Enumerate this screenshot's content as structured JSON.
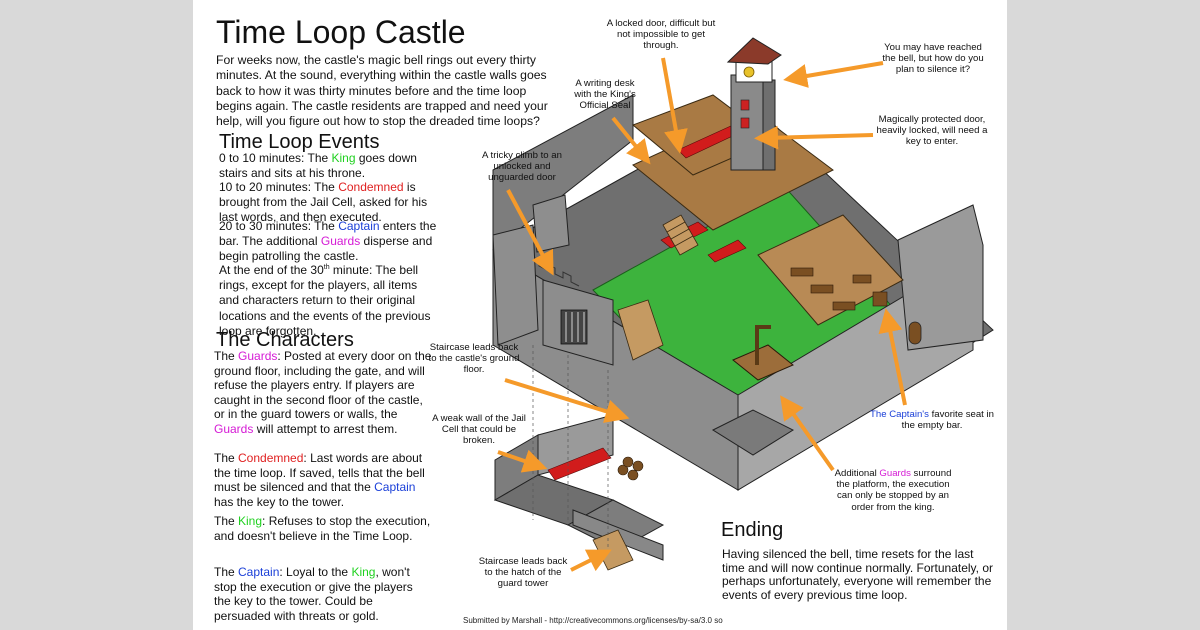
{
  "title": "Time Loop Castle",
  "intro": "For weeks now, the castle's magic bell rings out every thirty minutes. At the sound, everything within the castle walls goes back to how it was thirty minutes before and the time loop begins again. The castle residents are trapped and need your help, will you figure out how to stop the dreaded time loops?",
  "events": {
    "heading": "Time Loop Events",
    "e1": {
      "a": "0 to 10 minutes: The ",
      "k": "King",
      "b": " goes down stairs and sits at his throne."
    },
    "e2": {
      "a": "10 to 20 minutes: The ",
      "k": "Condemned",
      "b": " is brought from the Jail Cell, asked for his last words, and then executed."
    },
    "e3": {
      "a": "20 to 30 minutes: The ",
      "k": "Captain",
      "b": " enters the bar. The additional ",
      "k2": "Guards",
      "c": " disperse and begin patrolling the castle."
    },
    "e4": {
      "a": "At the end of the 30",
      "sup": "th",
      "b": " minute: The bell rings, except for the players, all items and characters return to their original locations and the events of the previous loop are forgotten."
    }
  },
  "characters": {
    "heading": "The Characters",
    "guards": {
      "a": "The ",
      "k": "Guards",
      "b": ": Posted at every door on the ground floor, including the gate, and will refuse the players entry. If players are caught in the second floor of the castle, or in the guard towers or walls, the ",
      "k2": "Guards",
      "c": " will attempt to arrest them."
    },
    "condemned": {
      "a": "The ",
      "k": "Condemned",
      "b": ": Last words are about the time loop. If saved, tells that the bell must be silenced and that the ",
      "k2": "Captain",
      "c": " has the key to the tower."
    },
    "king": {
      "a": "The ",
      "k": "King",
      "b": ": Refuses to stop the execution, and doesn't believe in the Time Loop."
    },
    "captain": {
      "a": "The ",
      "k": "Captain",
      "b": ": Loyal to the ",
      "k2": "King",
      "c": ", won't stop the execution or give the players the key to the tower. Could be persuaded with threats or gold."
    }
  },
  "notes": {
    "locked_door": "A locked door, difficult but not impossible to get through.",
    "bell": "You may have reached the bell, but how do you plan to silence it?",
    "writing_desk": "A writing desk with the King's Official Seal",
    "protected_door": "Magically protected door, heavily locked, will need a key to enter.",
    "tricky_climb": "A tricky climb to an unlocked and unguarded door",
    "staircase_ground": "Staircase leads back to the castle's ground floor.",
    "weak_wall": "A weak wall of the Jail Cell that could be broken.",
    "captain_seat": {
      "k": "The Captain's",
      "b": " favorite seat in the empty bar."
    },
    "guards_platform": {
      "a": "Additional ",
      "k": "Guards",
      "b": " surround the platform, the execution can only be stopped by an order from the king."
    },
    "staircase_hatch": "Staircase leads back to the hatch of the guard tower"
  },
  "ending": {
    "heading": "Ending",
    "text": "Having silenced the bell, time resets for the last time and will now continue normally. Fortunately, or perhaps unfortunately, everyone will remember the events of every previous time loop."
  },
  "footer": "Submitted by Marshall - http://creativecommons.org/licenses/by-sa/3.0 so",
  "colors": {
    "king": "#1fd11f",
    "condemned": "#e02020",
    "captain": "#1a3fd8",
    "guards": "#d51ad5",
    "arrow": "#f59a2a",
    "grass": "#3db33d",
    "stone": "#8a8a8a",
    "wood": "#9c6d3a"
  }
}
